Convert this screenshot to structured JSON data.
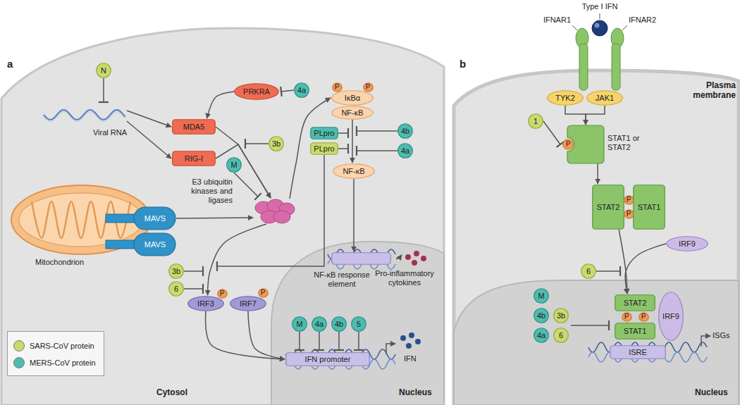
{
  "diagram": {
    "nodes": [
      {
        "text": [
          "N"
        ]
      },
      {
        "text": [
          "PRKRA"
        ]
      },
      {
        "text": [
          "4a"
        ]
      },
      {
        "text": [
          "IκBα"
        ]
      },
      {
        "text": [
          "P"
        ]
      },
      {
        "text": [
          "P"
        ]
      },
      {
        "text": [
          "NF-κB"
        ]
      },
      {
        "text": [
          "Viral RNA"
        ]
      },
      {
        "text": [
          "MDA5"
        ]
      },
      {
        "text": [
          "RIG-I"
        ]
      },
      {
        "text": [
          "3b"
        ]
      },
      {
        "text": [
          "PLpro"
        ]
      },
      {
        "text": [
          "PLpro"
        ]
      },
      {
        "text": [
          "4b"
        ]
      },
      {
        "text": [
          "4a"
        ]
      },
      {
        "text": [
          "M"
        ]
      },
      {
        "text": [
          "E3 ubiquitin kinases and ligases"
        ]
      },
      {
        "text": [
          "NF-κB"
        ]
      },
      {
        "text": [
          "Mitochondrion"
        ]
      },
      {
        "text": [
          "MAVS"
        ]
      },
      {
        "text": [
          "MAVS"
        ]
      },
      {
        "text": [
          "3b"
        ]
      },
      {
        "text": [
          "6"
        ]
      },
      {
        "text": [
          "IRF3"
        ]
      },
      {
        "text": [
          "P"
        ]
      },
      {
        "text": [
          "IRF7"
        ]
      },
      {
        "text": [
          "P"
        ]
      },
      {
        "text": [
          "NF-κB response element"
        ]
      },
      {
        "text": [
          "M"
        ]
      },
      {
        "text": [
          "4a"
        ]
      },
      {
        "text": [
          "4b"
        ]
      },
      {
        "text": [
          "5"
        ]
      },
      {
        "text": [
          "IFN promoter"
        ]
      },
      {
        "text": [
          "TYK2"
        ]
      },
      {
        "text": [
          "JAK1"
        ]
      },
      {
        "text": [
          "1"
        ]
      },
      {
        "text": [
          "STAT1 or STAT2"
        ]
      },
      {
        "text": [
          "P"
        ]
      },
      {
        "text": [
          "STAT2"
        ]
      },
      {
        "text": [
          "P"
        ]
      },
      {
        "text": [
          "P"
        ]
      },
      {
        "text": [
          "STAT1"
        ]
      },
      {
        "text": [
          "IRF9"
        ]
      },
      {
        "text": [
          "6"
        ]
      },
      {
        "text": [
          "M"
        ]
      },
      {
        "text": [
          "4b"
        ]
      },
      {
        "text": [
          "3b"
        ]
      },
      {
        "text": [
          "4a"
        ]
      },
      {
        "text": [
          "6"
        ]
      },
      {
        "text": [
          "STAT2"
        ]
      },
      {
        "text": [
          "P"
        ]
      },
      {
        "text": [
          "P"
        ]
      },
      {
        "text": [
          "STAT1"
        ]
      },
      {
        "text": [
          "IRF9"
        ]
      },
      {
        "text": [
          "ISRE"
        ]
      }
    ],
    "edges": [
      {
        "from": 0,
        "to": 7,
        "arrow": "to"
      },
      {
        "from": 7,
        "to": 8,
        "arrow": "to"
      },
      {
        "from": 7,
        "to": 9,
        "arrow": "to"
      },
      {
        "from": 1,
        "to": 8,
        "arrow": "to"
      },
      {
        "from": 2,
        "to": 1,
        "arrow": "to"
      },
      {
        "from": 8,
        "to": 16,
        "arrow": "to"
      },
      {
        "from": 9,
        "to": 16,
        "arrow": "to"
      },
      {
        "from": 15,
        "to": 16,
        "arrow": "to"
      },
      {
        "from": 19,
        "to": 16,
        "arrow": "to"
      },
      {
        "from": 16,
        "to": 3,
        "arrow": "to"
      },
      {
        "from": 6,
        "to": 17,
        "arrow": "to"
      },
      {
        "from": 16,
        "to": 23,
        "arrow": "to"
      },
      {
        "from": 17,
        "to": 27,
        "arrow": "to"
      },
      {
        "from": 23,
        "to": 32,
        "arrow": "to"
      },
      {
        "from": 25,
        "to": 32,
        "arrow": "to"
      },
      {
        "from": 28,
        "to": 32,
        "arrow": "to"
      },
      {
        "from": 29,
        "to": 32,
        "arrow": "to"
      },
      {
        "from": 30,
        "to": 32,
        "arrow": "to"
      },
      {
        "from": 31,
        "to": 32,
        "arrow": "to"
      },
      {
        "from": 33,
        "to": 36,
        "arrow": "to"
      },
      {
        "from": 34,
        "to": 36,
        "arrow": "to"
      },
      {
        "from": 35,
        "to": 37,
        "arrow": "to"
      },
      {
        "from": 36,
        "to": 38,
        "arrow": "to"
      },
      {
        "from": 38,
        "to": 49,
        "arrow": "to"
      },
      {
        "from": 42,
        "to": 49,
        "arrow": "to"
      }
    ],
    "labels": [
      "a",
      "Cytosol",
      "Nucleus",
      "Pro-inflammatory cytokines",
      "IFN",
      "b",
      "Type I IFN",
      "IFNAR1",
      "IFNAR2",
      "Plasma membrane",
      "ISGs",
      "Nucleus"
    ],
    "legend": [
      {
        "text": "SARS-CoV protein",
        "color": "#c9da6e"
      },
      {
        "text": "MERS-CoV protein",
        "color": "#4dbcae"
      }
    ]
  }
}
